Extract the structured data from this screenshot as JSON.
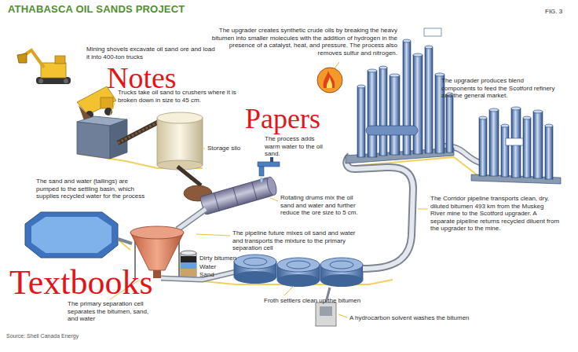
{
  "diagram": {
    "title": "ATHABASCA OIL SANDS PROJECT",
    "labels": [
      "FIG. 3",
      "Mining shovels excavate oil sand ore and load it into 400-ton trucks",
      "Trucks take oil sand to crushers where it is broken down in size to 45 cm.",
      "Storage silo",
      "The process adds warm water to the oil sand.",
      "The upgrader creates synthetic crude oils by breaking the heavy bitumen into smaller molecules with the addition of hydrogen in the presence of a catalyst, heat, and pressure. The process also removes sulfur and nitrogen.",
      "The upgrader produces blend components to feed the Scotford refinery and the general market.",
      "The sand and water (tailings) are pumped to the settling basin, which supplies recycled water for the process",
      "Rotating drums mix the oil sand and water and further reduce the ore size to 5 cm.",
      "The pipeline future mixes oil sand and water and transports the mixture to the primary separation cell",
      "The Corridor pipeline transports clean, dry, diluted bitumen 493 km from the Muskeg River mine to the Scotford upgrader. A separate pipeline returns recycled diluent from the upgrader to the mine.",
      "The primary separation cell separates the bitumen, sand, and water",
      "Dirty bitumen",
      "Water",
      "Sand",
      "Froth settlers clean up the bitumen",
      "A hydrocarbon solvent washes the bitumen",
      "Notes",
      "Papers",
      "Textbooks",
      "Source: Shell Canada Energy"
    ]
  }
}
